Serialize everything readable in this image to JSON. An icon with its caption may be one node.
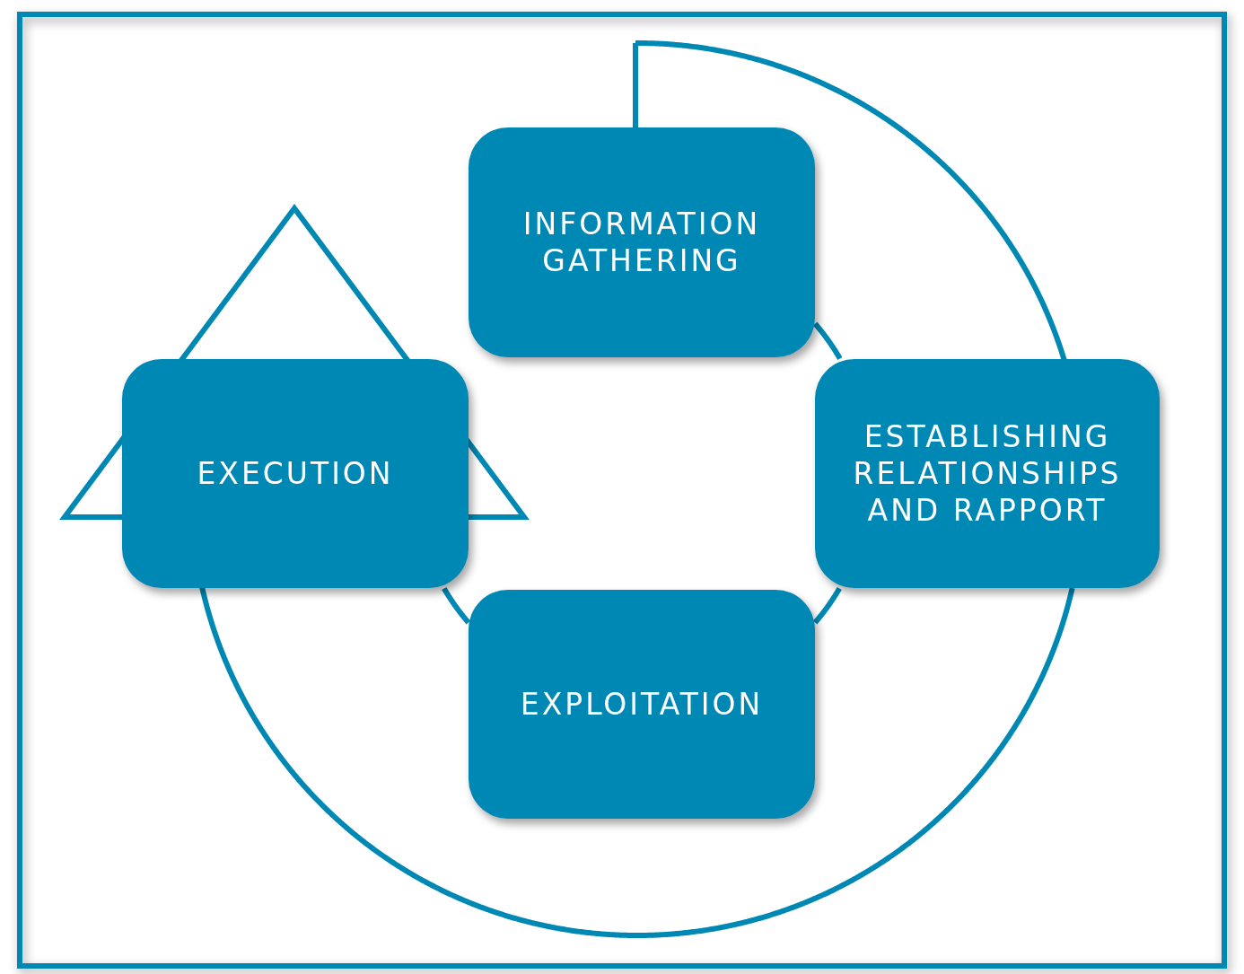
{
  "diagram": {
    "nodes": [
      {
        "text": [
          "INFORMATION GATHERING"
        ]
      },
      {
        "text": [
          "ESTABLISHING RELATIONSHIPS AND RAPPORT"
        ]
      },
      {
        "text": [
          "EXPLOITATION"
        ]
      },
      {
        "text": [
          "EXECUTION"
        ]
      }
    ],
    "edges": [
      {
        "from": 0,
        "to": 1,
        "arrow": "none"
      },
      {
        "from": 1,
        "to": 2,
        "arrow": "none"
      },
      {
        "from": 2,
        "to": 3,
        "arrow": "none"
      },
      {
        "from": 0,
        "to": 1,
        "arrow": "none"
      },
      {
        "from": 1,
        "to": 3,
        "arrow": "none"
      }
    ]
  }
}
